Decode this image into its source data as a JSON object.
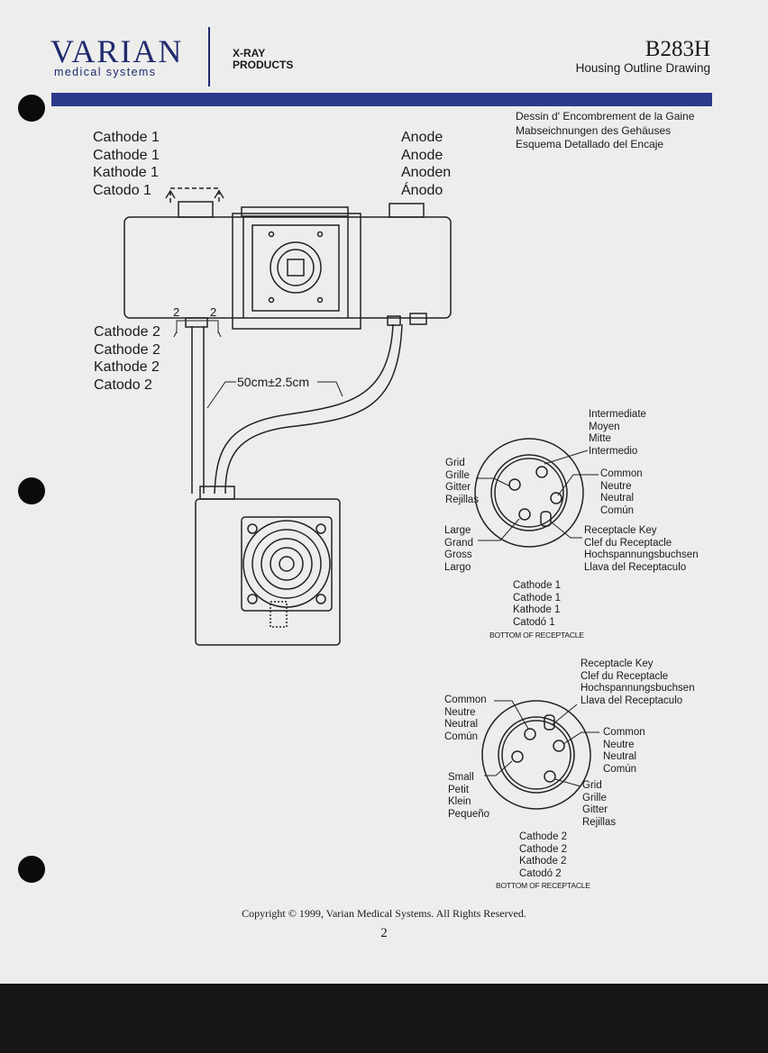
{
  "header": {
    "logo_text": "VARIAN",
    "logo_subtitle": "medical systems",
    "division_line1": "X-RAY",
    "division_line2": "PRODUCTS",
    "model": "B283H",
    "doc_title": "Housing Outline Drawing",
    "brand_color": "#2c3a8c"
  },
  "translations": [
    "Dessin d' Encombrement de la Gaine",
    "Mabseichnungen des Gehäuses",
    "Esquema Detallado del Encaje"
  ],
  "labels": {
    "cathode1": [
      "Cathode 1",
      "Cathode 1",
      "Kathode 1",
      "Catodo 1"
    ],
    "anode": [
      "Anode",
      "Anode",
      "Anoden",
      "Ánodo"
    ],
    "cathode2": [
      "Cathode 2",
      "Cathode 2",
      "Kathode 2",
      "Catodo 2"
    ],
    "port_marks": [
      "2",
      "2"
    ],
    "cable_length": "50cm±2.5cm"
  },
  "receptacle1": {
    "intermediate": [
      "Intermediate",
      "Moyen",
      "Mitte",
      "Intermedio"
    ],
    "grid": [
      "Grid",
      "Grille",
      "Gitter",
      "Rejillas"
    ],
    "common": [
      "Common",
      "Neutre",
      "Neutral",
      "Común"
    ],
    "large": [
      "Large",
      "Grand",
      "Gross",
      "Largo"
    ],
    "key": [
      "Receptacle Key",
      "Clef du Receptacle",
      "Hochspannungsbuchsen",
      "Llava del Receptaculo"
    ],
    "caption": [
      "Cathode 1",
      "Cathode 1",
      "Kathode 1",
      "Catodó 1"
    ],
    "subcaption": "BOTTOM OF RECEPTACLE"
  },
  "receptacle2": {
    "key": [
      "Receptacle Key",
      "Clef du Receptacle",
      "Hochspannungsbuchsen",
      "Llava del Receptaculo"
    ],
    "common_left": [
      "Common",
      "Neutre",
      "Neutral",
      "Común"
    ],
    "common_right": [
      "Common",
      "Neutre",
      "Neutral",
      "Común"
    ],
    "small": [
      "Small",
      "Petit",
      "Klein",
      "Pequeño"
    ],
    "grid": [
      "Grid",
      "Grille",
      "Gitter",
      "Rejillas"
    ],
    "caption": [
      "Cathode 2",
      "Cathode 2",
      "Kathode 2",
      "Catodó 2"
    ],
    "subcaption": "BOTTOM OF RECEPTACLE"
  },
  "footer": {
    "copyright": "Copyright © 1999, Varian Medical Systems.  All Rights Reserved.",
    "page_number": "2"
  }
}
